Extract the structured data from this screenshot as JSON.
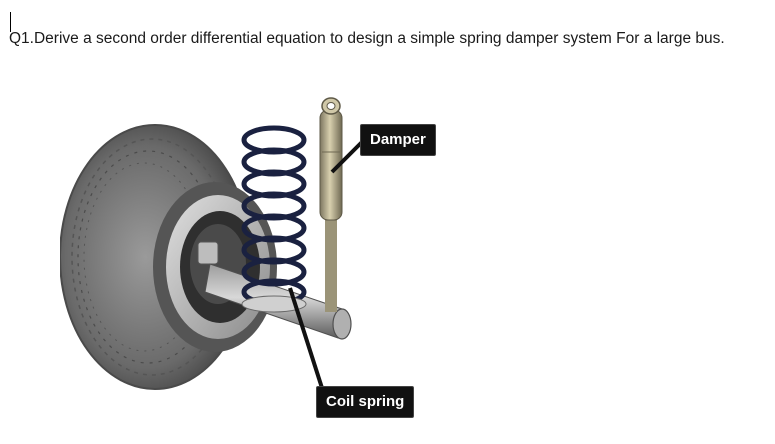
{
  "document": {
    "question_text": "Q1.Derive a second order differential equation to design a simple spring damper system For a large bus."
  },
  "figure": {
    "labels": {
      "damper": "Damper",
      "coil_spring": "Coil spring"
    },
    "colors": {
      "tire": "#6f6f6f",
      "spring": "#1a2140",
      "damper_body": "#b4ac8c",
      "label_bg": "#111111"
    }
  }
}
